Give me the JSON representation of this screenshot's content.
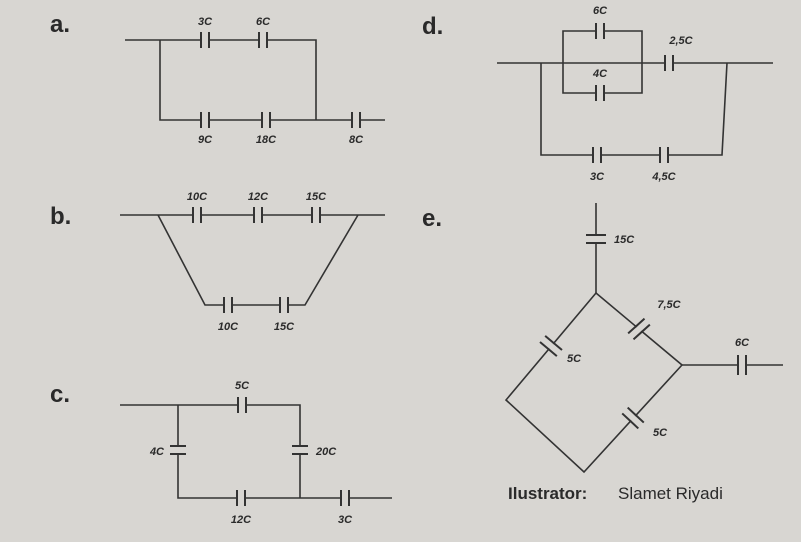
{
  "parts": {
    "a": {
      "label": "a.",
      "caps": {
        "c1": "3C",
        "c2": "6C",
        "c3": "9C",
        "c4": "18C",
        "c5": "8C"
      }
    },
    "b": {
      "label": "b.",
      "caps": {
        "c1": "10C",
        "c2": "12C",
        "c3": "15C",
        "c4": "10C",
        "c5": "15C"
      }
    },
    "c": {
      "label": "c.",
      "caps": {
        "c1": "5C",
        "c2": "4C",
        "c3": "20C",
        "c4": "12C",
        "c5": "3C"
      }
    },
    "d": {
      "label": "d.",
      "caps": {
        "c1": "6C",
        "c2": "4C",
        "c3": "2,5C",
        "c4": "3C",
        "c5": "4,5C"
      }
    },
    "e": {
      "label": "e.",
      "caps": {
        "c1": "15C",
        "c2": "7,5C",
        "c3": "5C",
        "c4": "6C",
        "c5": "5C"
      }
    }
  },
  "credit": {
    "label": "Ilustrator:",
    "name": "Slamet Riyadi"
  },
  "colors": {
    "background": "#d8d6d2",
    "ink": "#333333"
  }
}
